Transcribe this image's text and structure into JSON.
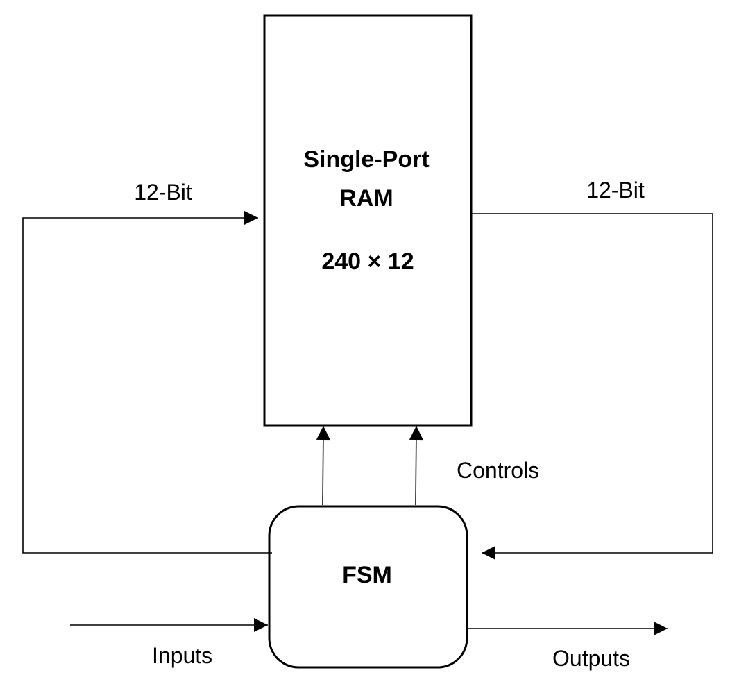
{
  "ram": {
    "title_line1": "Single-Port",
    "title_line2": "RAM",
    "size": "240 × 12"
  },
  "fsm": {
    "label": "FSM"
  },
  "signals": {
    "left_bus": "12-Bit",
    "right_bus": "12-Bit",
    "controls": "Controls",
    "inputs": "Inputs",
    "outputs": "Outputs"
  },
  "colors": {
    "stroke": "#000000",
    "background": "#ffffff"
  }
}
